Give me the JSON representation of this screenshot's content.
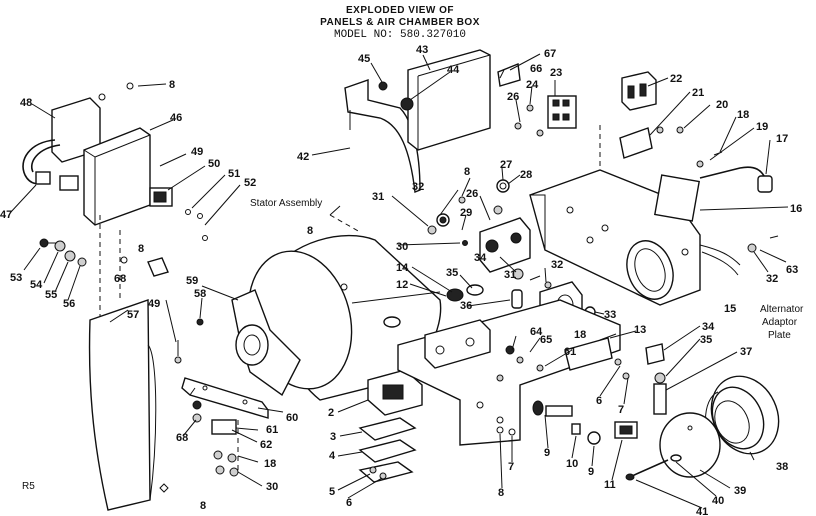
{
  "title": {
    "line1": "EXPLODED VIEW OF",
    "line2": "PANELS & AIR CHAMBER BOX",
    "line3": "MODEL NO:   580.327010"
  },
  "labels": {
    "stator": "Stator Assembly",
    "alt1": "Alternator",
    "alt2": "Adaptor",
    "alt3": "Plate",
    "page": "R5"
  },
  "parts": {
    "p2": "2",
    "p3": "3",
    "p4": "4",
    "p5": "5",
    "p6": "6",
    "p6b": "6",
    "p7": "7",
    "p7b": "7",
    "p8a": "8",
    "p8b": "8",
    "p8c": "8",
    "p8d": "8",
    "p8e": "8",
    "p8f": "8",
    "p9a": "9",
    "p9b": "9",
    "p10": "10",
    "p11": "11",
    "p12": "12",
    "p13": "13",
    "p14": "14",
    "p15": "15",
    "p16": "16",
    "p17": "17",
    "p18a": "18",
    "p18b": "18",
    "p18c": "18",
    "p19": "19",
    "p20": "20",
    "p21": "21",
    "p22": "22",
    "p23": "23",
    "p24": "24",
    "p26a": "26",
    "p26b": "26",
    "p27": "27",
    "p28": "28",
    "p29": "29",
    "p30a": "30",
    "p30b": "30",
    "p31a": "31",
    "p31b": "31",
    "p32a": "32",
    "p32b": "32",
    "p32c": "32",
    "p33": "33",
    "p34a": "34",
    "p34b": "34",
    "p35a": "35",
    "p35b": "35",
    "p36": "36",
    "p37": "37",
    "p38": "38",
    "p39": "39",
    "p40": "40",
    "p41": "41",
    "p42": "42",
    "p43": "43",
    "p44": "44",
    "p45": "45",
    "p46": "46",
    "p47": "47",
    "p48": "48",
    "p49a": "49",
    "p49b": "49",
    "p50": "50",
    "p51": "51",
    "p52": "52",
    "p53": "53",
    "p54": "54",
    "p55": "55",
    "p56": "56",
    "p57": "57",
    "p58": "58",
    "p59": "59",
    "p60": "60",
    "p61a": "61",
    "p61b": "61",
    "p62": "62",
    "p63": "63",
    "p64": "64",
    "p65": "65",
    "p66": "66",
    "p67": "67",
    "p68a": "68",
    "p68b": "68"
  }
}
